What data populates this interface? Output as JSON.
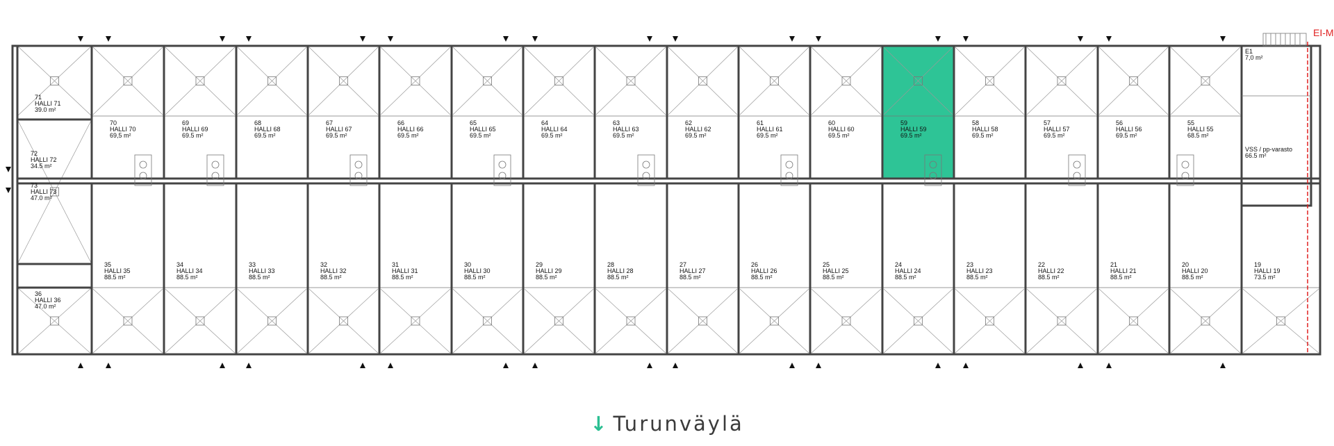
{
  "colors": {
    "highlight": "#2ec496",
    "red_marker": "#e02020",
    "caption_arrow": "#2bbf92"
  },
  "top_units": [
    {
      "num": "70",
      "name": "HALLI 70",
      "area": "69,5 m²"
    },
    {
      "num": "69",
      "name": "HALLI 69",
      "area": "69.5 m²"
    },
    {
      "num": "68",
      "name": "HALLI 68",
      "area": "69.5 m²"
    },
    {
      "num": "67",
      "name": "HALLI 67",
      "area": "69.5 m²"
    },
    {
      "num": "66",
      "name": "HALLI 66",
      "area": "69.5 m²"
    },
    {
      "num": "65",
      "name": "HALLI 65",
      "area": "69.5 m²"
    },
    {
      "num": "64",
      "name": "HALLI 64",
      "area": "69.5 m²"
    },
    {
      "num": "63",
      "name": "HALLI 63",
      "area": "69.5 m²"
    },
    {
      "num": "62",
      "name": "HALLI 62",
      "area": "69.5 m²"
    },
    {
      "num": "61",
      "name": "HALLI 61",
      "area": "69.5 m²"
    },
    {
      "num": "60",
      "name": "HALLI 60",
      "area": "69.5 m²"
    },
    {
      "num": "59",
      "name": "HALLI 59",
      "area": "69.5 m²",
      "highlighted": true
    },
    {
      "num": "58",
      "name": "HALLI 58",
      "area": "69.5 m²"
    },
    {
      "num": "57",
      "name": "HALLI 57",
      "area": "69.5 m²"
    },
    {
      "num": "56",
      "name": "HALLI 56",
      "area": "69.5 m²"
    },
    {
      "num": "55",
      "name": "HALLI 55",
      "area": "68.5 m²"
    }
  ],
  "bottom_units": [
    {
      "num": "35",
      "name": "HALLI 35",
      "area": "88.5 m²"
    },
    {
      "num": "34",
      "name": "HALLI 34",
      "area": "88.5 m²"
    },
    {
      "num": "33",
      "name": "HALLI 33",
      "area": "88.5 m²"
    },
    {
      "num": "32",
      "name": "HALLI 32",
      "area": "88.5 m²"
    },
    {
      "num": "31",
      "name": "HALLI 31",
      "area": "88.5 m²"
    },
    {
      "num": "30",
      "name": "HALLI 30",
      "area": "88.5 m²"
    },
    {
      "num": "29",
      "name": "HALLI 29",
      "area": "88.5 m²"
    },
    {
      "num": "28",
      "name": "HALLI 28",
      "area": "88.5 m²"
    },
    {
      "num": "27",
      "name": "HALLI 27",
      "area": "88.5 m²"
    },
    {
      "num": "26",
      "name": "HALLI 26",
      "area": "88.5 m²"
    },
    {
      "num": "25",
      "name": "HALLI 25",
      "area": "88.5 m²"
    },
    {
      "num": "24",
      "name": "HALLI 24",
      "area": "88.5 m²"
    },
    {
      "num": "23",
      "name": "HALLI 23",
      "area": "88.5 m²"
    },
    {
      "num": "22",
      "name": "HALLI 22",
      "area": "88.5 m²"
    },
    {
      "num": "21",
      "name": "HALLI 21",
      "area": "88.5 m²"
    },
    {
      "num": "20",
      "name": "HALLI 20",
      "area": "88.5 m²"
    },
    {
      "num": "19",
      "name": "HALLI 19",
      "area": "73.5 m²"
    }
  ],
  "left_units": [
    {
      "num": "71",
      "name": "HALLI 71",
      "area": "39.0 m²"
    },
    {
      "num": "72",
      "name": "HALLI 72",
      "area": "34.5 m²"
    },
    {
      "num": "73",
      "name": "HALLI 73",
      "area": "47.0 m²"
    },
    {
      "num": "36",
      "name": "HALLI 36",
      "area": "47.0 m²"
    }
  ],
  "right_rooms": {
    "e1": {
      "num": "E1",
      "area": "7,0 m²"
    },
    "vss": {
      "name": "VSS / pp-varasto",
      "area": "66.5 m²"
    }
  },
  "marker_label": "EI-M",
  "caption": {
    "arrow_icon": "↓",
    "text": "Turunväylä"
  }
}
